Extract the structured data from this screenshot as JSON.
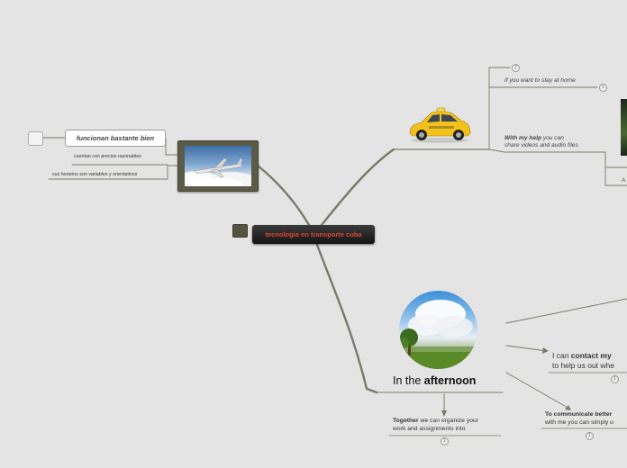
{
  "central_topic": {
    "label": "tecnologia en transporte cuba"
  },
  "left_branch": {
    "topic": "funcionan bastante bien",
    "details": [
      "cuentan con precios razonables",
      "sus horarios son variables y orientativos"
    ]
  },
  "taxi_branch": {
    "badge_top": "2",
    "item1": {
      "text": "If you want to stay at home",
      "badge": "1"
    },
    "item2": {
      "bold": "With my help",
      "rest1": " you can",
      "rest2": "share videos and audio files"
    },
    "partial_text": "A"
  },
  "afternoon_branch": {
    "title_prefix": "In the ",
    "title_bold": "afternoon",
    "contact": {
      "prefix": "I can ",
      "bold": "contact my",
      "line2": "to help us out whe",
      "badge": "1"
    },
    "communicate": {
      "bold": "To communicate better",
      "line2": "with me you can simply u",
      "badge": "1"
    },
    "together": {
      "bold": "Together",
      "rest": " we can organize your",
      "line2": "work and assignments into",
      "badge": "1"
    }
  },
  "colors": {
    "background": "#e4e4e4",
    "connector": "#7a7a6a",
    "central_text": "#d9452f",
    "central_bg": "#2a2a2a"
  }
}
